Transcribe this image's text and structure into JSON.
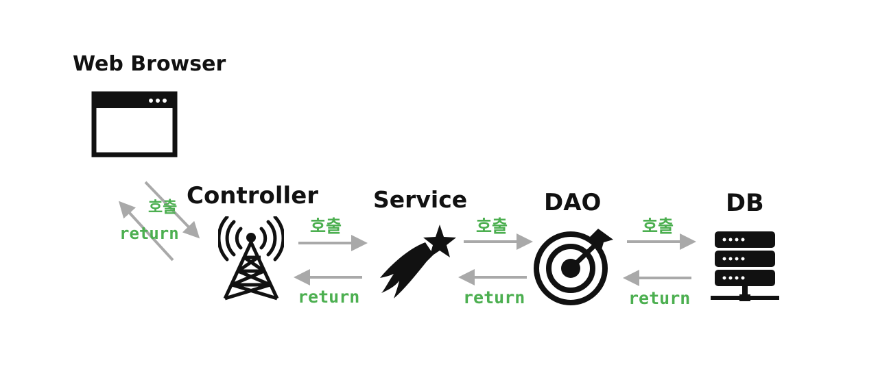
{
  "nodes": {
    "browser": {
      "label": "Web Browser",
      "icon": "browser-window-icon"
    },
    "controller": {
      "label": "Controller",
      "icon": "radio-tower-icon"
    },
    "service": {
      "label": "Service",
      "icon": "shooting-star-icon"
    },
    "dao": {
      "label": "DAO",
      "icon": "target-dart-icon"
    },
    "db": {
      "label": "DB",
      "icon": "server-rack-icon"
    }
  },
  "edges": [
    {
      "from": "browser",
      "to": "controller",
      "call_label": "호출",
      "return_label": "return"
    },
    {
      "from": "controller",
      "to": "service",
      "call_label": "호출",
      "return_label": "return"
    },
    {
      "from": "service",
      "to": "dao",
      "call_label": "호출",
      "return_label": "return"
    },
    {
      "from": "dao",
      "to": "db",
      "call_label": "호출",
      "return_label": "return"
    }
  ],
  "colors": {
    "arrow": "#a9a9a9",
    "edge_label": "#4caf50",
    "icon": "#111111",
    "background": "#ffffff"
  }
}
